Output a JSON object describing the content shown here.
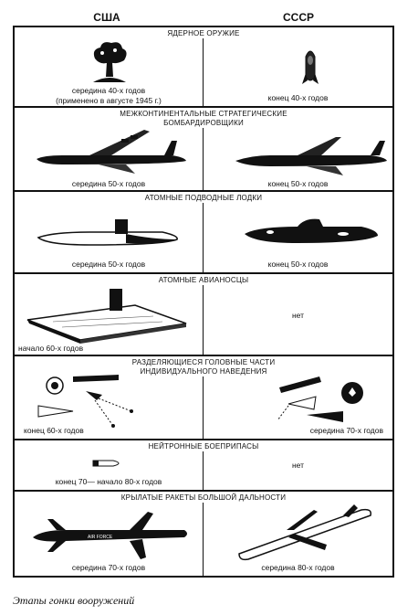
{
  "columns": {
    "usa": "США",
    "ussr": "СССР"
  },
  "rows": [
    {
      "title": "ЯДЕРНОЕ ОРУЖИЕ",
      "usa": [
        "середина 40-х годов",
        "(применено в августе 1945 г.)"
      ],
      "ussr": [
        "конец 40-х годов"
      ]
    },
    {
      "title": [
        "МЕЖКОНТИНЕНТАЛЬНЫЕ СТРАТЕГИЧЕСКИЕ",
        "БОМБАРДИРОВЩИКИ"
      ],
      "usa": [
        "середина 50-х годов"
      ],
      "ussr": [
        "конец 50-х годов"
      ]
    },
    {
      "title": "АТОМНЫЕ ПОДВОДНЫЕ ЛОДКИ",
      "usa": [
        "середина 50-х годов"
      ],
      "ussr": [
        "конец 50-х годов"
      ]
    },
    {
      "title": "АТОМНЫЕ АВИАНОСЦЫ",
      "usa": [
        "начало 60-х годов"
      ],
      "ussr": [
        "нет"
      ]
    },
    {
      "title": [
        "РАЗДЕЛЯЮЩИЕСЯ ГОЛОВНЫЕ ЧАСТИ",
        "ИНДИВИДУАЛЬНОГО НАВЕДЕНИЯ"
      ],
      "usa": [
        "конец 60-х годов"
      ],
      "ussr": [
        "середина 70-х годов"
      ]
    },
    {
      "title": "НЕЙТРОННЫЕ БОЕПРИПАСЫ",
      "usa": [
        "конец 70— начало 80-х годов"
      ],
      "ussr": [
        "нет"
      ]
    },
    {
      "title": "КРЫЛАТЫЕ РАКЕТЫ БОЛЬШОЙ ДАЛЬНОСТИ",
      "usa": [
        "середина 70-х годов"
      ],
      "ussr": [
        "середина 80-х годов"
      ]
    }
  ],
  "icons": {
    "row1_usa": "mushroom-cloud-icon",
    "row1_ussr": "atomic-bomb-icon",
    "row2_usa": "strategic-bomber-icon",
    "row2_ussr": "strategic-bomber-icon",
    "row3_usa": "submarine-icon",
    "row3_ussr": "submarine-icon",
    "row4_usa": "aircraft-carrier-icon",
    "row5_usa": "mirv-warhead-icon",
    "row5_ussr": "mirv-warhead-icon",
    "row6_usa": "neutron-shell-icon",
    "row7_usa": "cruise-missile-icon",
    "row7_ussr": "cruise-missile-icon"
  },
  "missile_label": "AIR FORCE",
  "caption": "Этапы гонки вооружений"
}
